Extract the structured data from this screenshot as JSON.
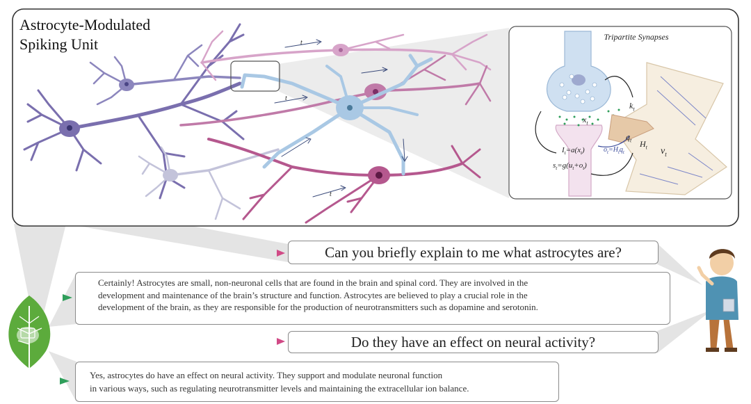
{
  "title": {
    "line1": "Astrocyte-Modulated",
    "line2": "Spiking Unit"
  },
  "inset": {
    "title": "Tripartite Synapses",
    "labels": {
      "x": "x",
      "x_sub": "t",
      "k": "k",
      "k_sub": "t",
      "q": "q",
      "q_sub": "t",
      "h": "H",
      "h_sub": "t",
      "v": "v",
      "v_sub": "t",
      "i_eq": "I",
      "i_eq_rest": "=a(x",
      "i_eq_end": ")",
      "o_eq": "o",
      "o_eq_rest": "=H",
      "o_eq_end": "q",
      "s_eq": "s",
      "s_eq_rest": "=g(u",
      "s_eq_mid": "+o",
      "s_eq_end": ")"
    }
  },
  "time_label": "t",
  "conversation": {
    "q1": "Can you briefly explain to me what astrocytes are?",
    "a1": [
      "Certainly! Astrocytes are small, non-neuronal cells that are found in the brain and spinal cord. They are involved in the",
      "development and maintenance of the brain’s structure and function. Astrocytes are believed to play a crucial role in the",
      "development of the brain, as they are responsible  for the production of neurotransmitters such as dopamine and serotonin."
    ],
    "q2": "Do they have an effect on neural activity?",
    "a2": [
      "Yes, astrocytes do have an effect on neural activity. They support and modulate neuronal function",
      "in various ways, such as regulating neurotransmitter levels and maintaining the extracellular ion balance."
    ]
  },
  "colors": {
    "neuron_purple": "#7a6fae",
    "neuron_magenta": "#b5588e",
    "neuron_pink": "#d7a4c9",
    "neuron_grey": "#c3c3da",
    "astrocyte_blue": "#a9c8e4",
    "arrow_pink": "#d14a86",
    "arrow_green": "#2f9e5a",
    "leaf_green": "#5cab3c",
    "panel_shadow": "#e3e3e3"
  },
  "icons": [
    "leaf-brain-icon",
    "person-icon"
  ]
}
